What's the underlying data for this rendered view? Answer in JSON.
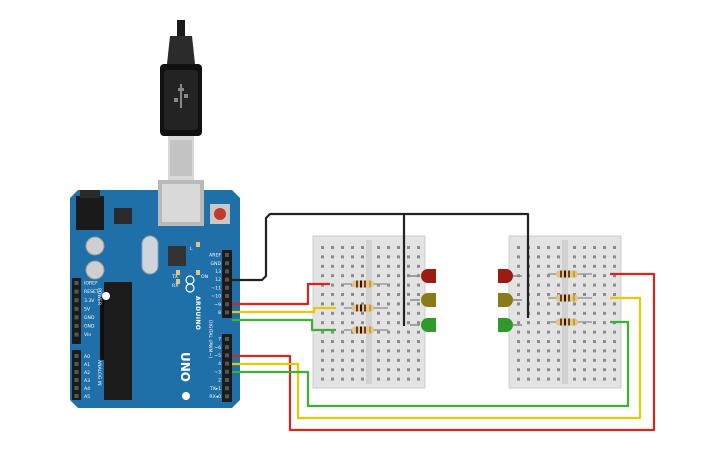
{
  "board": {
    "name": "ARDUINO",
    "model": "UNO",
    "power_label": "POWER",
    "analog_label": "ANALOG IN",
    "digital_label": "DIGITAL (PWM~)",
    "leds": [
      "L",
      "TX",
      "RX",
      "ON"
    ],
    "digital_pins": [
      "AREF",
      "GND",
      "13",
      "12",
      "~11",
      "~10",
      "~9",
      "8",
      "7",
      "~6",
      "~5",
      "4",
      "~3",
      "2",
      "TX▸1",
      "RX◂0"
    ],
    "power_pins": [
      "IOREF",
      "RESET",
      "3.3V",
      "5V",
      "GND",
      "GND",
      "Vin"
    ],
    "analog_pins": [
      "A0",
      "A1",
      "A2",
      "A3",
      "A4",
      "A5"
    ]
  },
  "colors": {
    "board": "#1f6fa8",
    "board_dark": "#175b8c",
    "wire_black": "#222222",
    "wire_red": "#d7261e",
    "wire_yellow": "#e8c800",
    "wire_green": "#3db135",
    "led_red": "#9b1c13",
    "led_yellow": "#8a7a18",
    "led_green": "#2f9a2a",
    "breadboard": "#e6e6e6",
    "resistor": "#e2c48d"
  },
  "icons": {
    "usb_plug": "usb-cable-icon",
    "infinity_logo": "arduino-infinity-icon"
  }
}
